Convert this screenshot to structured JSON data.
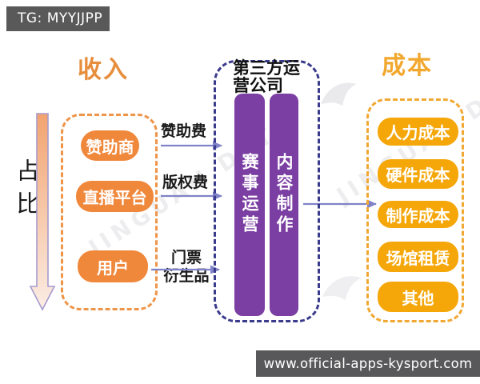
{
  "badge": {
    "text": "TG: MYYJJPP"
  },
  "headers": {
    "income": "收入",
    "company": "第三方运营公司",
    "cost": "成本"
  },
  "proportion": {
    "label": "占比"
  },
  "income_sources": [
    {
      "label": "赞助商"
    },
    {
      "label": "直播平台"
    },
    {
      "label": "用户"
    }
  ],
  "flows": [
    {
      "label": "赞助费"
    },
    {
      "label": "版权费"
    },
    {
      "label_lines": [
        "门票",
        "衍生品"
      ]
    }
  ],
  "operations": [
    {
      "label": "赛事运营"
    },
    {
      "label": "内容制作"
    }
  ],
  "costs": [
    {
      "label": "人力成本"
    },
    {
      "label": "硬件成本"
    },
    {
      "label": "制作成本"
    },
    {
      "label": "场馆租赁"
    },
    {
      "label": "其他"
    }
  ],
  "footer": {
    "url": "www.official-apps-kysport.com"
  },
  "watermark": {
    "text": "JINGUAN DATA"
  },
  "colors": {
    "income_pill": "#f0883c",
    "cost_pill": "#f5a70a",
    "operation_bar": "#7b3ea3",
    "ops_box_dash": "#3b3b8d",
    "income_box_dash": "#ef9549",
    "cost_box_dash": "#f1a833",
    "arrow": "#8083c8",
    "income_heading": "#e78e3d",
    "cost_heading": "#f2a72e",
    "badge_bg": "#595959",
    "footer_bg": "#58585a",
    "gradient_arrow_top": "#f2a36e",
    "gradient_arrow_bottom": "#fbede5"
  }
}
